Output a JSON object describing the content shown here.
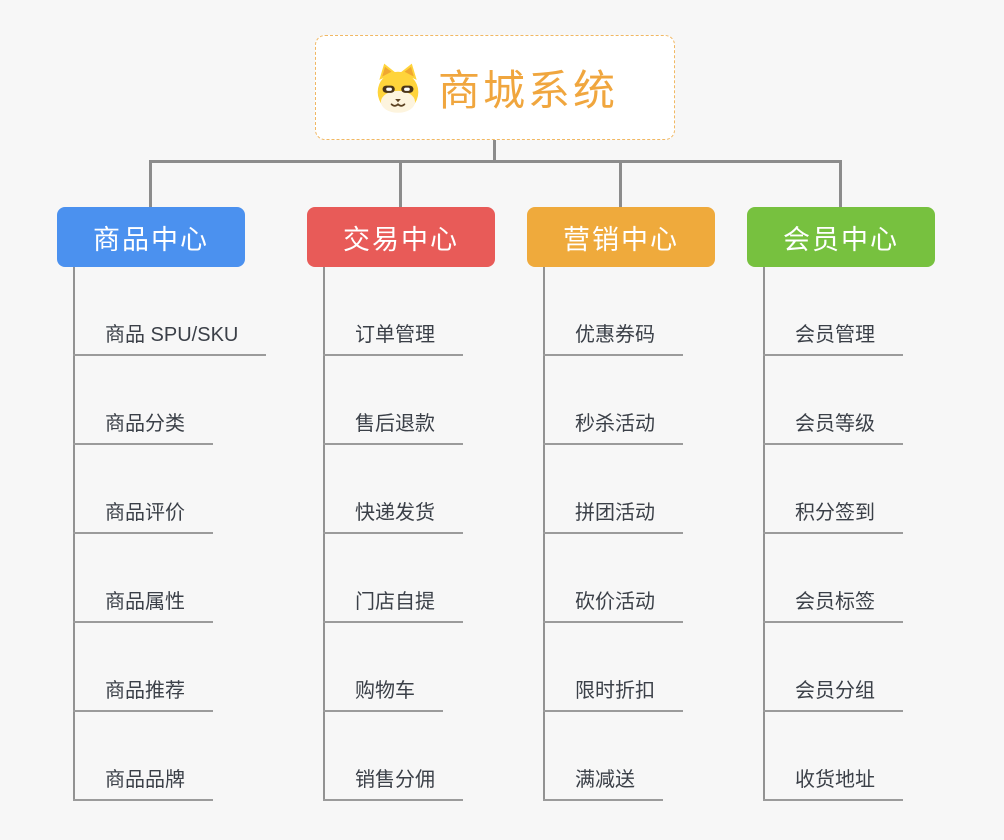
{
  "root": {
    "title": "商城系统",
    "icon": "shiba-dog-icon",
    "title_color": "#F0A63E",
    "border_color": "#F1B863"
  },
  "colors": {
    "background": "#F7F7F7",
    "connector_gray": "#8C8C8C",
    "underline_gray": "#9B9B9B",
    "child_text": "#3B4048"
  },
  "branches": [
    {
      "label": "商品中心",
      "color": "#4B91EF",
      "children": [
        "商品 SPU/SKU",
        "商品分类",
        "商品评价",
        "商品属性",
        "商品推荐",
        "商品品牌"
      ]
    },
    {
      "label": "交易中心",
      "color": "#E85B58",
      "children": [
        "订单管理",
        "售后退款",
        "快递发货",
        "门店自提",
        "购物车",
        "销售分佣"
      ]
    },
    {
      "label": "营销中心",
      "color": "#EFAA3C",
      "children": [
        "优惠券码",
        "秒杀活动",
        "拼团活动",
        "砍价活动",
        "限时折扣",
        "满减送"
      ]
    },
    {
      "label": "会员中心",
      "color": "#77C13F",
      "children": [
        "会员管理",
        "会员等级",
        "积分签到",
        "会员标签",
        "会员分组",
        "收货地址"
      ]
    }
  ]
}
